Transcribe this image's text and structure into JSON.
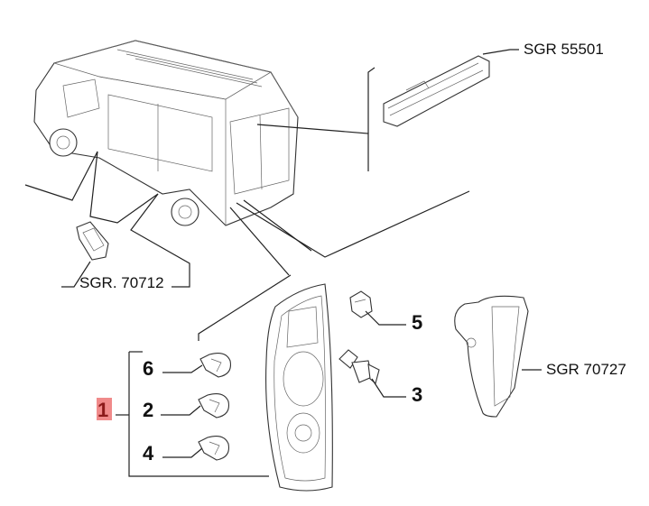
{
  "labels": {
    "stop_lamp": "SGR 55501",
    "side_repeater": "SGR. 70712",
    "side_lamp": "SGR 70727"
  },
  "part_numbers": {
    "assembly": "1",
    "bulb_top": "6",
    "bulb_middle": "2",
    "bulb_bottom": "4",
    "holder_small": "5",
    "holder_large": "3"
  },
  "colors": {
    "highlight_fill": "#f08a8a",
    "highlight_text": "#8b1a1a",
    "line": "#222222"
  }
}
